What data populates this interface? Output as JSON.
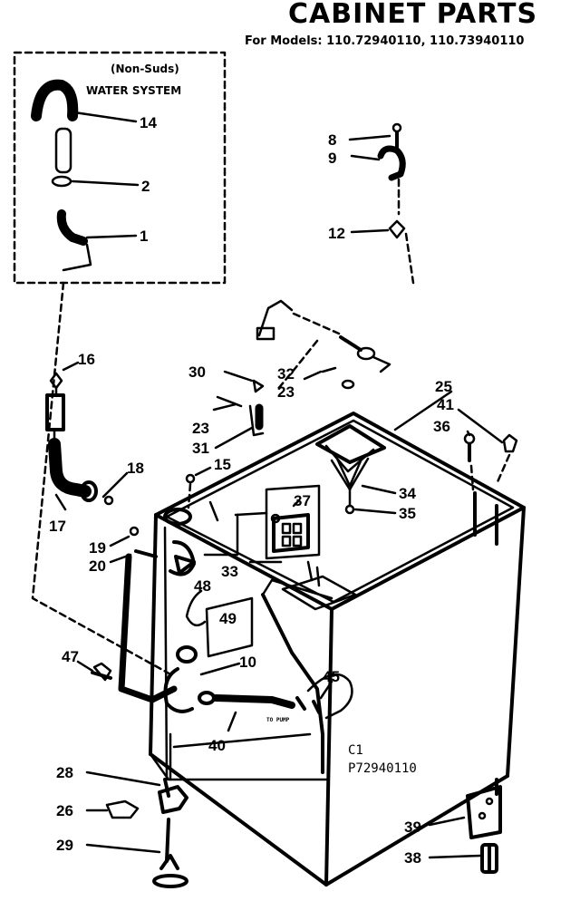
{
  "title": "CABINET PARTS",
  "models": "For Models: 110.72940110, 110.73940110",
  "inset": {
    "line1": "(Non-Suds)",
    "line2": "WATER SYSTEM"
  },
  "callouts": {
    "c14": "14",
    "c2": "2",
    "c1": "1",
    "c8": "8",
    "c9": "9",
    "c12": "12",
    "c16": "16",
    "c30": "30",
    "c32": "32",
    "c23a": "23",
    "c23b": "23",
    "c31": "31",
    "c25": "25",
    "c41": "41",
    "c36": "36",
    "c15": "15",
    "c18": "18",
    "c17": "17",
    "c37": "37",
    "c34": "34",
    "c35": "35",
    "c19": "19",
    "c20": "20",
    "c33": "33",
    "c48": "48",
    "c49": "49",
    "c47": "47",
    "c10": "10",
    "c45": "45",
    "c40": "40",
    "c28": "28",
    "c26": "26",
    "c29": "29",
    "c39": "39",
    "c38": "38"
  },
  "pump_label": "TO PUMP",
  "code_c1": "C1",
  "code_p": "P72940110"
}
